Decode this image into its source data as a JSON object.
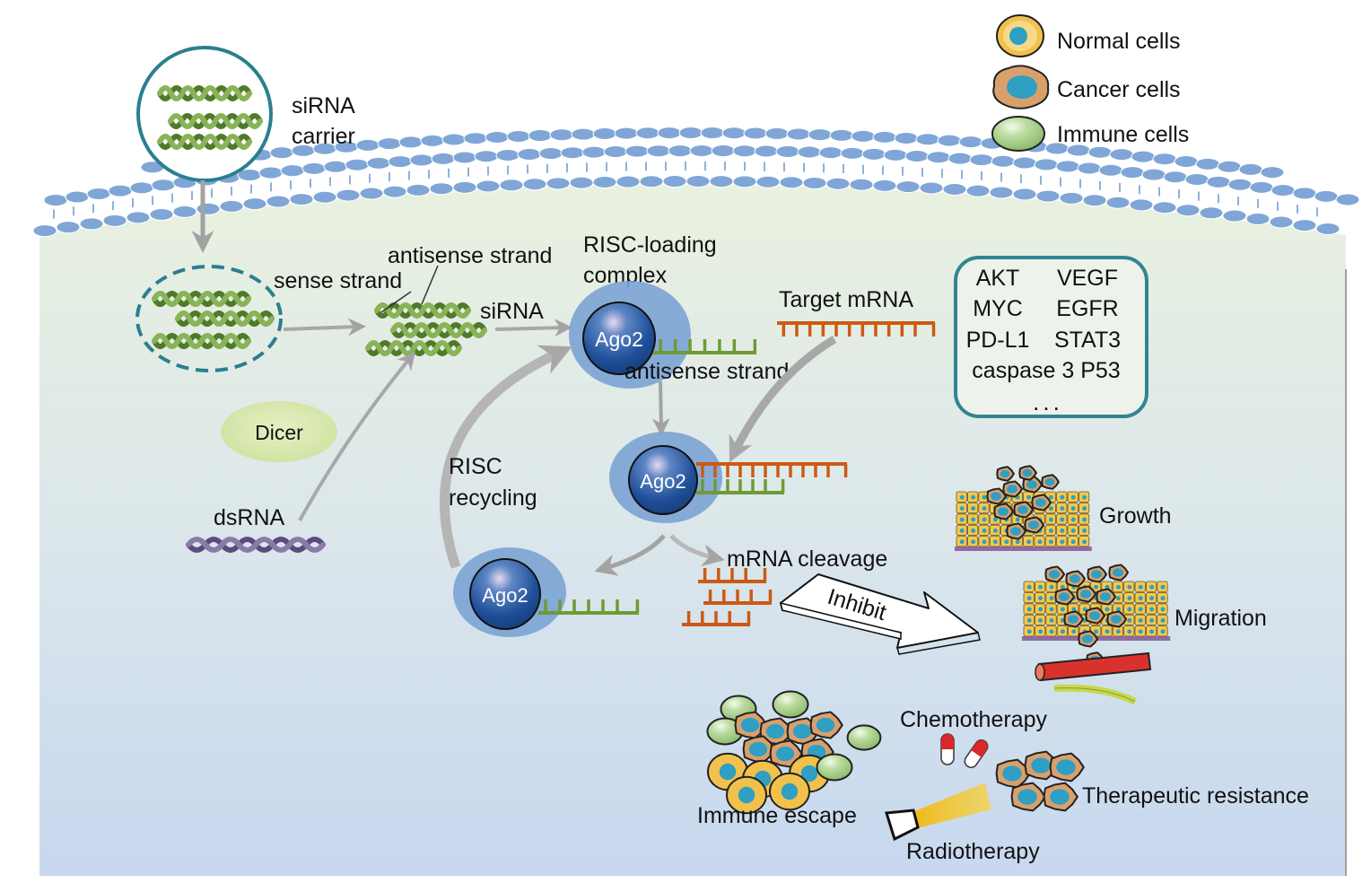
{
  "legend": {
    "items": [
      {
        "id": "normal",
        "label": "Normal cells"
      },
      {
        "id": "cancer",
        "label": "Cancer cells"
      },
      {
        "id": "immune",
        "label": "Immune cells"
      }
    ]
  },
  "colors": {
    "membrane_head": "#7fa6d6",
    "cytoplasm_top": "#e9f1df",
    "cytoplasm_bottom": "#c6d8ee",
    "carrier_stroke": "#2a7f8f",
    "rna_light": "#8ab357",
    "rna_dark": "#4e7a2a",
    "mrna": "#cc5a14",
    "antisense": "#6f9a35",
    "ago2": "#2156a0",
    "risc_halo": "#7ba3d4",
    "arrow": "#a3a3a3",
    "dsrna": "#6c5a8f",
    "dicer": "#d7e7a8",
    "normal_cell": "#f1c14c",
    "cancer_cell": "#d9a06c",
    "nucleus": "#2f9fc4",
    "immune_cell": "#a9cf8c"
  },
  "labels": {
    "sirna_carrier": [
      "siRNA",
      "carrier"
    ],
    "sense_strand": "sense strand",
    "antisense_strand_top": "antisense strand",
    "sirna": "siRNA",
    "risc_loading": [
      "RISC-loading",
      "complex"
    ],
    "target_mrna": "Target mRNA",
    "antisense_strand_mid": "antisense strand",
    "dicer": "Dicer",
    "dsrna": "dsRNA",
    "risc_recycling": [
      "RISC",
      "recycling"
    ],
    "mrna_cleavage": "mRNA cleavage",
    "inhibit": "Inhibit",
    "growth": "Growth",
    "migration": "Migration",
    "chemotherapy": "Chemotherapy",
    "therapeutic_resistance": "Therapeutic resistance",
    "immune_escape": "Immune escape",
    "radiotherapy": "Radiotherapy"
  },
  "ago2_label": "Ago2",
  "targets": {
    "rows": [
      [
        "AKT",
        "VEGF"
      ],
      [
        "MYC",
        "EGFR"
      ],
      [
        "PD-L1",
        "STAT3"
      ],
      [
        "caspase 3 P53"
      ]
    ],
    "ellipsis": "..."
  }
}
